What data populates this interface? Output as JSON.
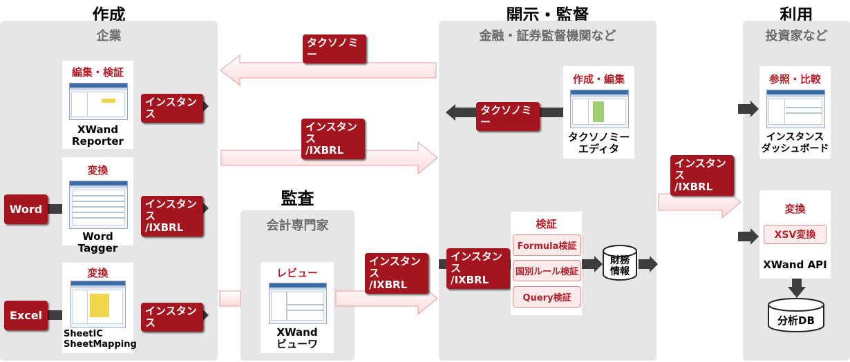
{
  "sections": {
    "create": {
      "title": "作成",
      "subtitle": "企業"
    },
    "audit": {
      "title": "監査",
      "subtitle": "会計専門家"
    },
    "disclose": {
      "title": "開示・監督",
      "subtitle": "金融・証券監督機関など"
    },
    "use": {
      "title": "利用",
      "subtitle": "投資家など"
    }
  },
  "create_cards": [
    {
      "title": "編集・検証",
      "label": "XWand\nReporter"
    },
    {
      "title": "変換",
      "label": "Word Tagger"
    },
    {
      "title": "変換",
      "label": "SheetIC\nSheetMapping"
    }
  ],
  "sources": {
    "word": "Word",
    "excel": "Excel"
  },
  "outputs": {
    "reporter": "インスタンス",
    "word": "インスタンス\n/IXBRL",
    "excel": "インスタンス"
  },
  "flows": {
    "taxonomy_to_company": "タクソノミー",
    "company_to_regulator": "インスタンス\n/IXBRL",
    "audit_to_regulator": "インスタンス\n/IXBRL",
    "regulator_to_investor": "インスタンス\n/IXBRL"
  },
  "audit_card": {
    "title": "レビュー",
    "label": "XWand\nビューワ"
  },
  "regulator": {
    "editor_card": {
      "title": "作成・編集",
      "label": "タクソノミー\nエディタ"
    },
    "editor_output": "タクソノミー",
    "input_badge": "インスタンス\n/IXBRL",
    "validation": {
      "title": "検証",
      "items": [
        "Formula検証",
        "国別ルール検証",
        "Query検証"
      ]
    },
    "db_label": "財務\n情報"
  },
  "investor": {
    "compare_card": {
      "title": "参照・比較",
      "label": "インスタンス\nダッシュボード"
    },
    "convert_card": {
      "title": "変換",
      "button": "XSV変換",
      "label": "XWand API"
    },
    "db_label": "分析DB"
  }
}
